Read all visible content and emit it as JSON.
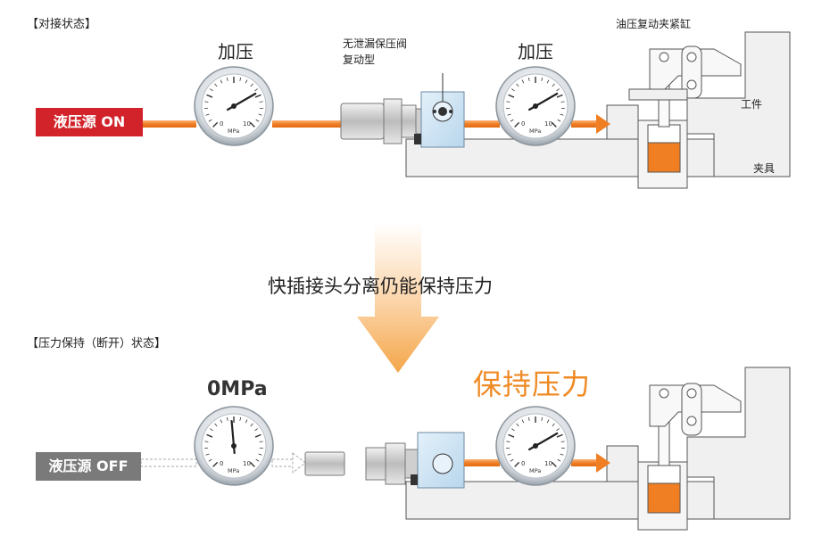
{
  "top": {
    "section_label": "【对接状态】",
    "gauge_left_label": "加压",
    "valve_label_line1": "无泄漏保压阀",
    "valve_label_line2": "复动型",
    "gauge_right_label": "加压",
    "cylinder_label": "油压复动夹紧缸",
    "workpiece_label": "工件",
    "fixture_label": "夹具",
    "source_badge": "液压源 ON"
  },
  "middle": {
    "caption": "快插接头分离仍能保持压力"
  },
  "bottom": {
    "section_label": "【压力保持（断开）状态】",
    "gauge_left_reading": "0MPa",
    "hold_label": "保持压力",
    "source_badge": "液压源 OFF"
  },
  "gauge": {
    "scale_min": "0",
    "scale_max": "10",
    "unit": "MPa"
  },
  "colors": {
    "on_badge": "#d2232a",
    "off_badge": "#7a7a7a",
    "oil": "#f07f24",
    "hold_text": "#f08a24",
    "valve_blue": "#cfe4f3"
  }
}
